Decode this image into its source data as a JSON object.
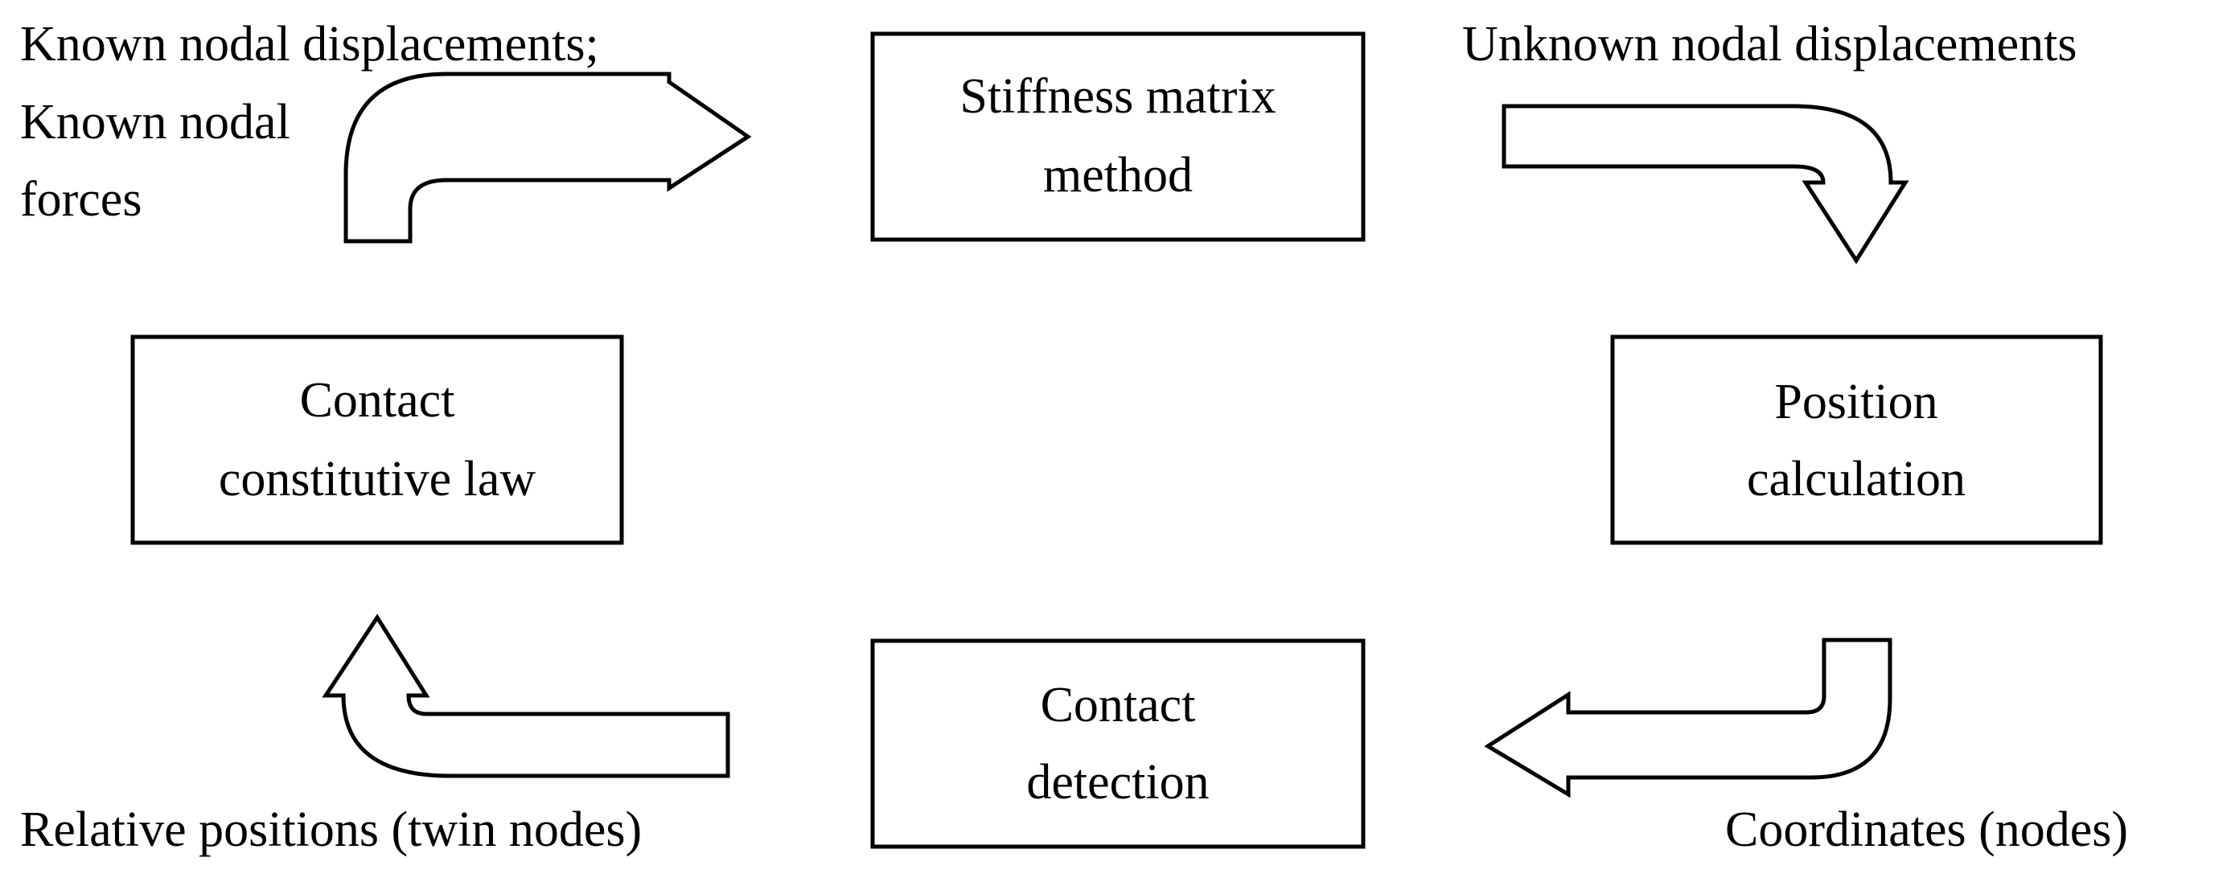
{
  "boxes": {
    "stiffness": {
      "line1": "Stiffness matrix",
      "line2": "method"
    },
    "position": {
      "line1": "Position",
      "line2": "calculation"
    },
    "detection": {
      "line1": "Contact",
      "line2": "detection"
    },
    "constitutive": {
      "line1": "Contact",
      "line2": "constitutive law"
    }
  },
  "labels": {
    "known_line1": "Known nodal displacements;",
    "known_line2": "Known nodal",
    "known_line3": "forces",
    "unknown": "Unknown nodal displacements",
    "coordinates": "Coordinates (nodes)",
    "relative": "Relative positions (twin nodes)"
  },
  "colors": {
    "stroke": "#000000",
    "fill": "#ffffff"
  }
}
